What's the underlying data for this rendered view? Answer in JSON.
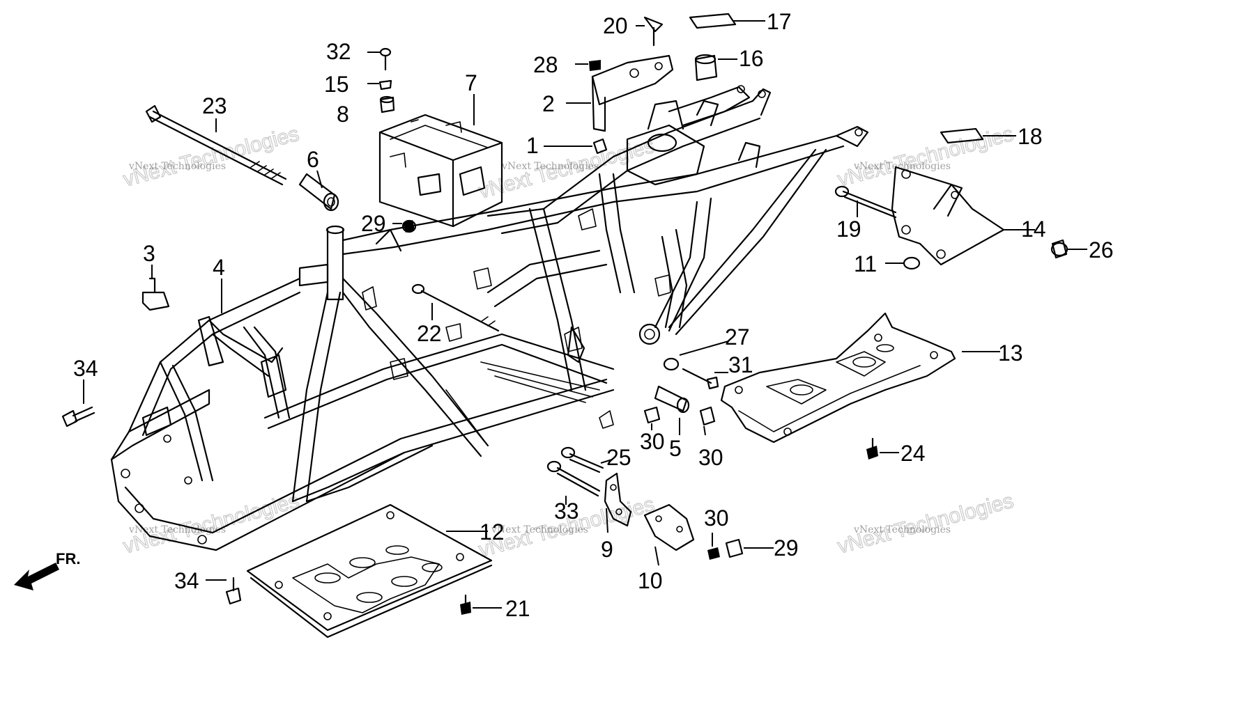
{
  "diagram": {
    "front_label": "FR.",
    "watermark": {
      "small": "vNext Technologies",
      "large": "vNext Technologies"
    },
    "callouts": [
      {
        "n": "1"
      },
      {
        "n": "2"
      },
      {
        "n": "3"
      },
      {
        "n": "4"
      },
      {
        "n": "5"
      },
      {
        "n": "6"
      },
      {
        "n": "7"
      },
      {
        "n": "8"
      },
      {
        "n": "9"
      },
      {
        "n": "10"
      },
      {
        "n": "11"
      },
      {
        "n": "12"
      },
      {
        "n": "13"
      },
      {
        "n": "14"
      },
      {
        "n": "15"
      },
      {
        "n": "16"
      },
      {
        "n": "17"
      },
      {
        "n": "18"
      },
      {
        "n": "19"
      },
      {
        "n": "20"
      },
      {
        "n": "21"
      },
      {
        "n": "22"
      },
      {
        "n": "23"
      },
      {
        "n": "24"
      },
      {
        "n": "25"
      },
      {
        "n": "26"
      },
      {
        "n": "27"
      },
      {
        "n": "28"
      },
      {
        "n": "29"
      },
      {
        "n": "29"
      },
      {
        "n": "30"
      },
      {
        "n": "30"
      },
      {
        "n": "30"
      },
      {
        "n": "31"
      },
      {
        "n": "32"
      },
      {
        "n": "33"
      },
      {
        "n": "34"
      },
      {
        "n": "34"
      }
    ]
  }
}
